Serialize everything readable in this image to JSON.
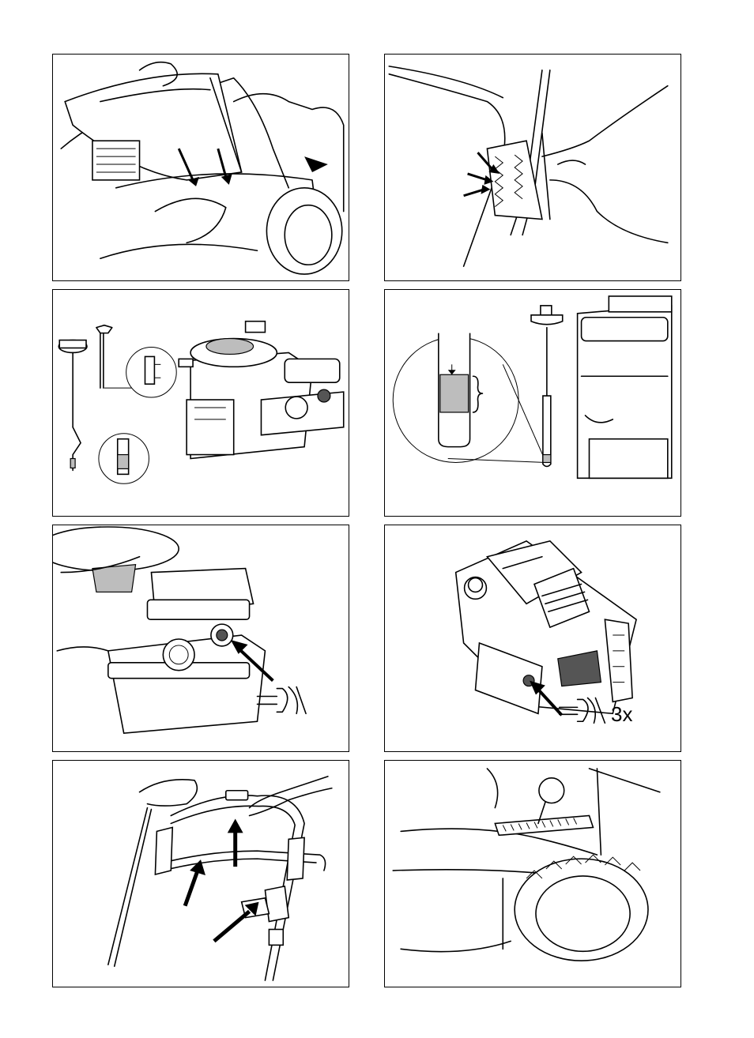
{
  "page": {
    "panels": [
      {
        "id": "p1"
      },
      {
        "id": "p2"
      },
      {
        "id": "p3"
      },
      {
        "id": "p4"
      },
      {
        "id": "p5"
      },
      {
        "id": "p6",
        "label": "3x"
      },
      {
        "id": "p7"
      },
      {
        "id": "p8"
      }
    ]
  },
  "colors": {
    "line": "#000000",
    "background": "#ffffff",
    "shade": "#bdbdbd"
  }
}
